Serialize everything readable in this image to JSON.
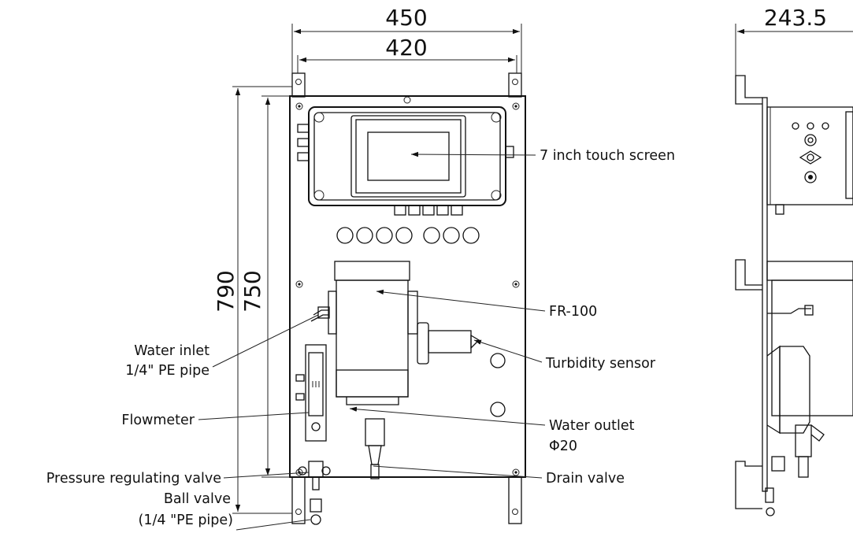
{
  "dimensions": {
    "overall_width": "450",
    "panel_width": "420",
    "overall_height": "790",
    "panel_height": "750",
    "side_depth": "243.5"
  },
  "labels": {
    "touch_screen": "7 inch touch screen",
    "fr100": "FR-100",
    "water_inlet_line1": "Water inlet",
    "water_inlet_line2": "1/4\" PE pipe",
    "turbidity_sensor": "Turbidity sensor",
    "flowmeter": "Flowmeter",
    "water_outlet_line1": "Water outlet",
    "water_outlet_line2": "Φ20",
    "pressure_valve": "Pressure regulating valve",
    "drain_valve": "Drain valve",
    "ball_valve_line1": "Ball valve",
    "ball_valve_line2": "(1/4 \"PE pipe)"
  }
}
